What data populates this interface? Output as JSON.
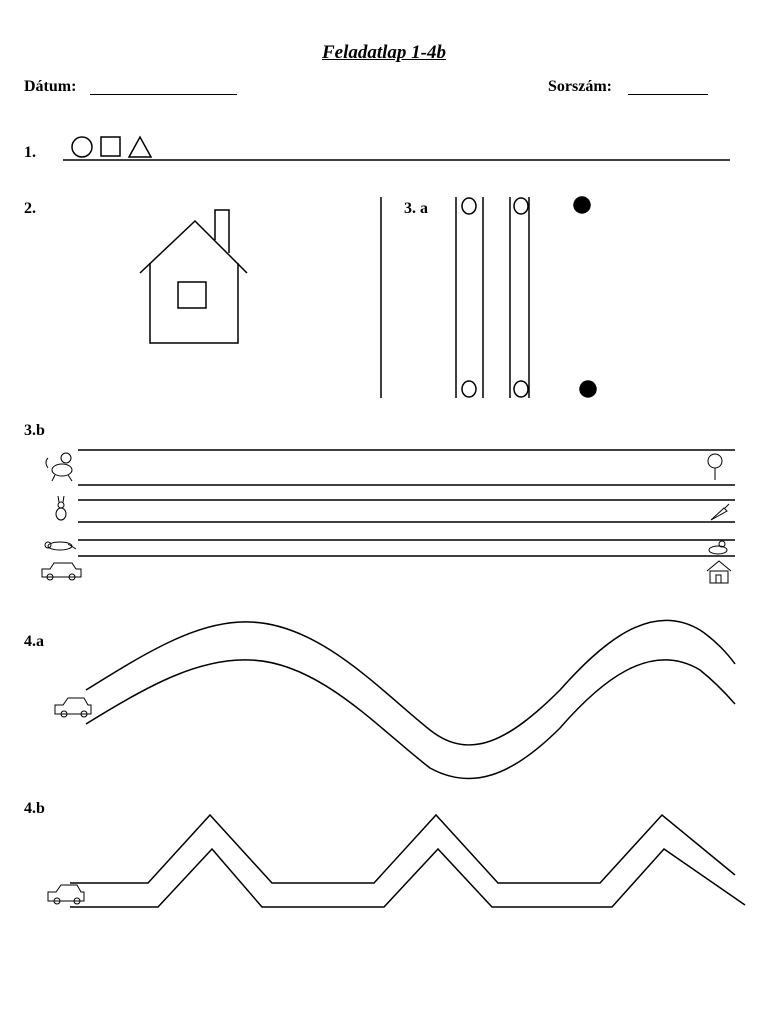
{
  "header": {
    "title": "Feladatlap 1-4b",
    "date_label": "Dátum:",
    "number_label": "Sorszám:"
  },
  "tasks": {
    "t1": "1.",
    "t2": "2.",
    "t3a": "3. a",
    "t3b": "3.b",
    "t4a": "4.a",
    "t4b": "4.b"
  },
  "icons": {
    "task1": [
      "circle-icon",
      "square-icon",
      "triangle-icon"
    ],
    "task3b_left": [
      "dog-icon",
      "rabbit-icon",
      "bird-icon",
      "car-icon"
    ],
    "task3b_right": [
      "tree-icon",
      "carrot-icon",
      "bird-nest-icon",
      "house-icon"
    ],
    "task4": [
      "car-icon"
    ]
  }
}
